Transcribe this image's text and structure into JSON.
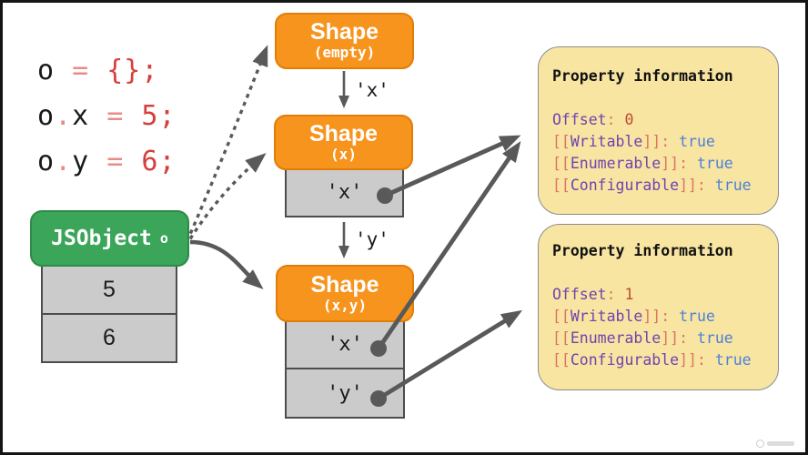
{
  "colors": {
    "orange": "#F7941E",
    "orange-bd": "#E27D05",
    "green": "#3BA55A",
    "green-bd": "#2E8B47",
    "yellow": "#F7E5A1",
    "yellow-bd": "#8C8C8C",
    "cell": "#CBCBCB",
    "cell-bd": "#4D4D4D",
    "arrow": "#595959",
    "ink": "#1A1A1A",
    "code-op": "#E78C88",
    "code-val": "#D6403C",
    "purple": "#7142B0",
    "salmon": "#DF7365",
    "rust": "#BC4B33",
    "blue": "#4D7FDB"
  },
  "code": {
    "line1": {
      "v": "o",
      "op": " = ",
      "val": "{}",
      "semi": ";"
    },
    "line2": {
      "v": "o",
      "dot": ".",
      "p": "x",
      "op": " = ",
      "val": "5",
      "semi": ";"
    },
    "line3": {
      "v": "o",
      "dot": ".",
      "p": "y",
      "op": " = ",
      "val": "6",
      "semi": ";"
    }
  },
  "jsobject": {
    "title": "JSObject",
    "var": "o",
    "slots": [
      "5",
      "6"
    ]
  },
  "shapes": {
    "empty": {
      "title": "Shape",
      "subtitle": "(empty)"
    },
    "x": {
      "title": "Shape",
      "subtitle": "(x)",
      "slot": "'x'"
    },
    "xy": {
      "title": "Shape",
      "subtitle": "(x,y)",
      "slot_x": "'x'",
      "slot_y": "'y'"
    }
  },
  "transitions": {
    "x": "'x'",
    "y": "'y'"
  },
  "property_boxes": [
    {
      "title": "Property information",
      "offset": {
        "label": "Offset",
        "colon": ":",
        "value": "0"
      },
      "attrs": [
        {
          "open": "[[",
          "name": "Writable",
          "close": "]]:",
          "value": "true"
        },
        {
          "open": "[[",
          "name": "Enumerable",
          "close": "]]:",
          "value": "true"
        },
        {
          "open": "[[",
          "name": "Configurable",
          "close": "]]:",
          "value": "true"
        }
      ]
    },
    {
      "title": "Property information",
      "offset": {
        "label": "Offset",
        "colon": ":",
        "value": "1"
      },
      "attrs": [
        {
          "open": "[[",
          "name": "Writable",
          "close": "]]:",
          "value": "true"
        },
        {
          "open": "[[",
          "name": "Enumerable",
          "close": "]]:",
          "value": "true"
        },
        {
          "open": "[[",
          "name": "Configurable",
          "close": "]]:",
          "value": "true"
        }
      ]
    }
  ]
}
